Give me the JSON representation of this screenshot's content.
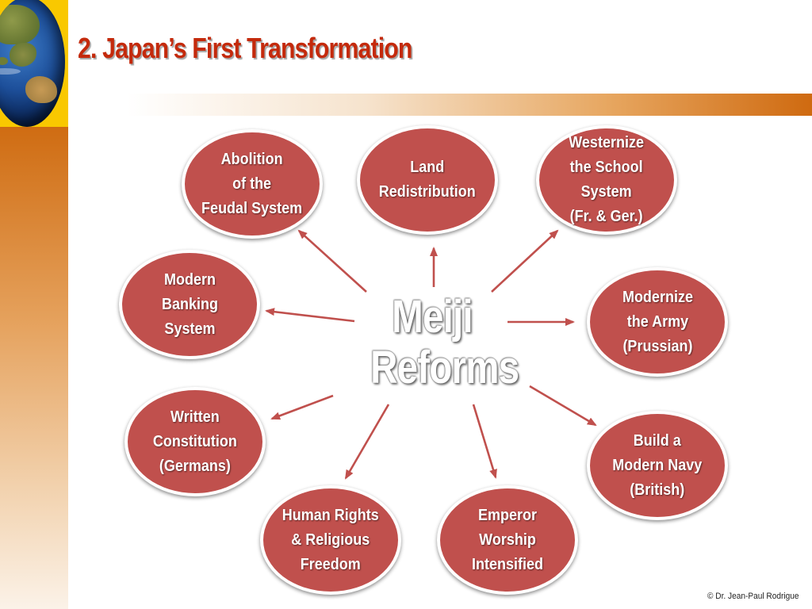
{
  "slide": {
    "title": "2. Japan’s First Transformation",
    "copyright": "© Dr. Jean-Paul Rodrigue"
  },
  "diagram": {
    "center": "Meiji\nReforms",
    "nodes": [
      {
        "label": "Abolition\nof the\nFeudal System"
      },
      {
        "label": "Land\nRedistribution"
      },
      {
        "label": "Westernize\nthe School\nSystem\n(Fr. & Ger.)"
      },
      {
        "label": "Modern\nBanking\nSystem"
      },
      {
        "label": "Modernize\nthe Army\n(Prussian)"
      },
      {
        "label": "Written\nConstitution\n(Germans)"
      },
      {
        "label": "Build a\nModern Navy\n(British)"
      },
      {
        "label": "Human Rights\n& Religious\nFreedom"
      },
      {
        "label": "Emperor\nWorship\nIntensified"
      }
    ]
  },
  "colors": {
    "node_fill": "#c0504d",
    "arrow": "#c0504d",
    "title": "#c42a0c",
    "accent_yellow": "#f9c800",
    "accent_orange": "#cf6a10"
  },
  "icons": [
    "globe-icon"
  ]
}
